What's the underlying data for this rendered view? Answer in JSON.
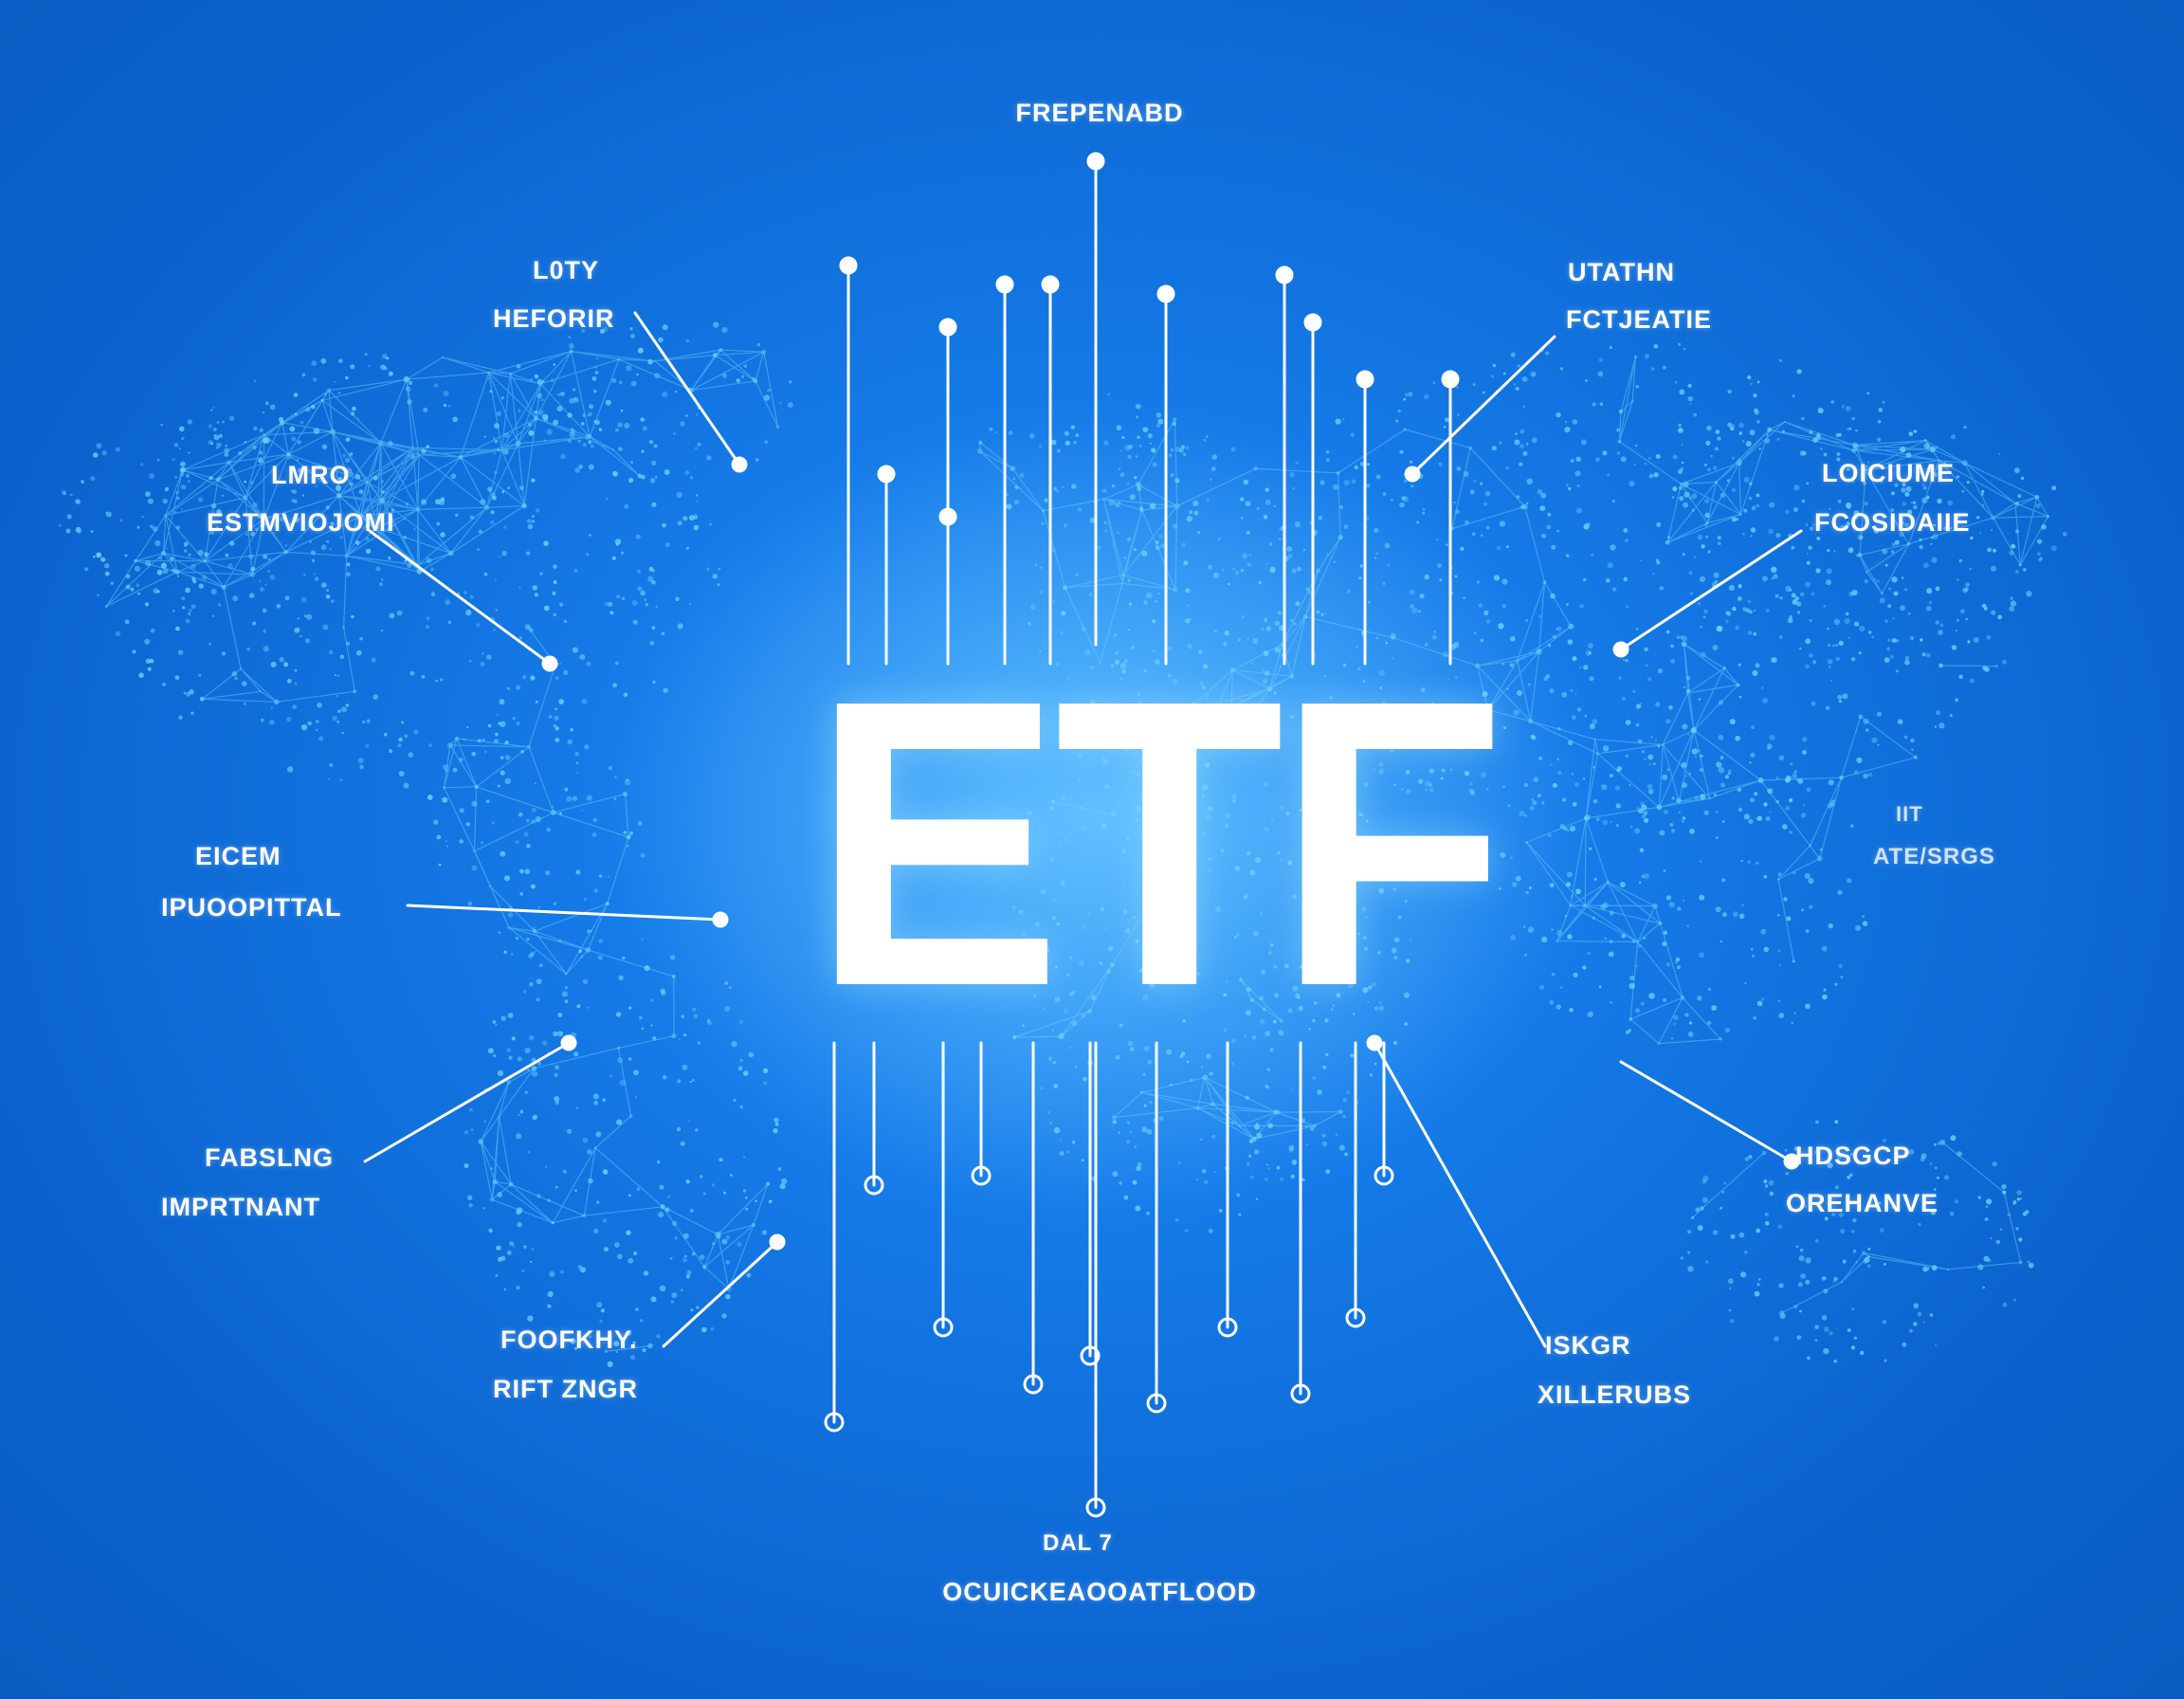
{
  "title": "ETF",
  "labels": {
    "top": "FREPENABD",
    "top_left_1": "L0TY",
    "top_left_2": "HEFORIR",
    "top_right_1": "UTATHN",
    "top_right_2": "FCTJEATIE",
    "left_upper_1": "LMRO",
    "left_upper_2": "ESTMVIOJOMI",
    "right_upper_1": "LOICIUME",
    "right_upper_2": "FCOSIDAIIE",
    "left_mid_1": "EICEM",
    "left_mid_2": "IPUOOPITTAL",
    "right_mid_1": "IIT",
    "right_mid_2": "ATE/SRGS",
    "left_lower_1": "FABSLNG",
    "left_lower_2": "IMPRTNANT",
    "right_lower_1": "HDSGCP",
    "right_lower_2": "OREHANVE",
    "bottom_left_1": "FOOFKHY.",
    "bottom_left_2": "RIFT ZNGR",
    "bottom_right_1": "ISKGR",
    "bottom_right_2": "XILLERUBS",
    "bottom_1": "DAL 7",
    "bottom_2": "OCUICKEAOOATFLOOD"
  },
  "colors": {
    "background": "#1479e6",
    "accent": "#ffffff",
    "network": "#6ed0ff"
  }
}
